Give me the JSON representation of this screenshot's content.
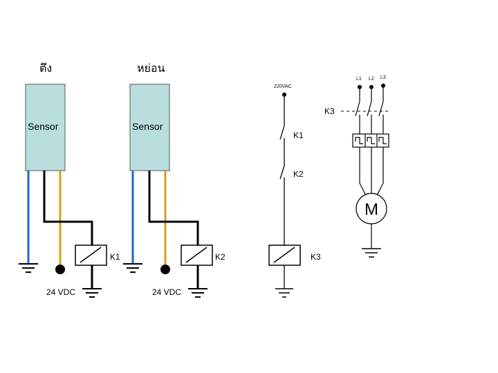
{
  "sensors": [
    {
      "title": "ตึง",
      "label": "Sensor",
      "relay": "K1",
      "supply": "24 VDC"
    },
    {
      "title": "หย่อน",
      "label": "Sensor",
      "relay": "K2",
      "supply": "24 VDC"
    }
  ],
  "control": {
    "supply": "220VAC",
    "contact1": "K1",
    "contact2": "K2",
    "coil": "K3"
  },
  "power": {
    "phases": [
      "L1",
      "L2",
      "L3"
    ],
    "contactor": "K3",
    "motor": "M"
  },
  "colors": {
    "sensor_fill": "#b9dedd",
    "blue_wire": "#1a66d6",
    "gold_wire": "#d4a017",
    "black_wire": "#000000"
  }
}
